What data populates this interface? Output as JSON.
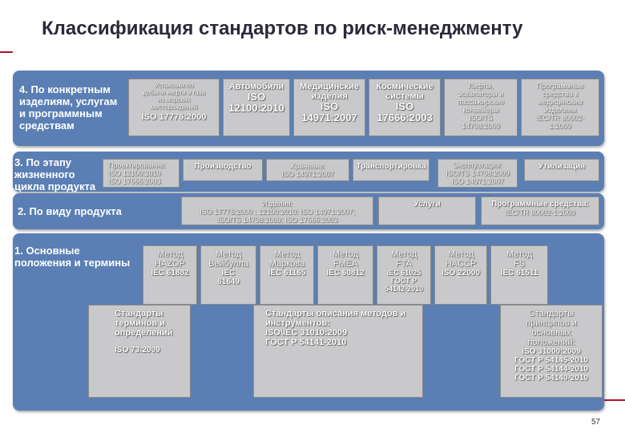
{
  "title": "Классификация стандартов по риск-менеджменту",
  "page_number": "57",
  "colors": {
    "band": "#5b7fb4",
    "box": "#c9c9cb",
    "accent": "#b8102a"
  },
  "row4": {
    "label": "4. По конкретным\nизделиям, услугам\nи программным\nсредствам",
    "boxes": [
      {
        "name": "Установки по\nдобыче нефти и газа\nиз морских\nместорождений",
        "code": "ISO 17776:2000"
      },
      {
        "name": "Автомобили",
        "code": "ISO\n12100:2010"
      },
      {
        "name": "Медицинские\nизделия",
        "code": "ISO\n14971:2007"
      },
      {
        "name": "Космические\nсистемы",
        "code": "ISO\n17666:2003"
      },
      {
        "name": "Лифты,\nэскалаторы и\nпассажирские\nконвейеры",
        "code": "ISO/TS\n14798:2009"
      },
      {
        "name": "Программные\nсредства к\nмедицинским\nизделиям",
        "code": "IEC/TR 80002-\n1:2009"
      }
    ]
  },
  "row3": {
    "label": "3. По этапу\nжизненного\nцикла продукта",
    "boxes": [
      {
        "name": "Проектирование:",
        "code": "ISO 12100:2010\nISO 17666:2003"
      },
      {
        "name": "Производство",
        "code": ""
      },
      {
        "name": "Хранение:",
        "code": "ISO 14971:2007"
      },
      {
        "name": "Транспортировка",
        "code": ""
      },
      {
        "name": "Эксплуатация:",
        "code": "ISO/TS 14798:2009\nISO 14971:2007"
      },
      {
        "name": "Утилизация",
        "code": ""
      }
    ]
  },
  "row2": {
    "label": "2. По виду продукта",
    "boxes": [
      {
        "name": "Изделия:",
        "code": "ISO 17776:2000 ; 12100:2010; ISO 14971:2007;\nISO/TS 14798:2009; ISO 17666:2003"
      },
      {
        "name": "Услуги",
        "code": ""
      },
      {
        "name": "Программные средства:",
        "code": "IEC/TR 80002-1:2009"
      }
    ]
  },
  "row1": {
    "label": "1. Основные\nположения и термины",
    "methods": [
      {
        "name": "Метод\nHAZOP",
        "code": "IEC 61882"
      },
      {
        "name": "Метод\nВейбулла",
        "code": "IEC\n61649"
      },
      {
        "name": "Метод\nМаркова",
        "code": "IEC 61165"
      },
      {
        "name": "Метод\nFMEA",
        "code": "IEC 60812"
      },
      {
        "name": "Метод\nFTA",
        "code": "IEC 61025\nГОСТ Р\n54142-2010"
      },
      {
        "name": "Метод\nHACCP",
        "code": "ISO 22000"
      },
      {
        "name": "Метод\nFS",
        "code": "IEC 61511"
      }
    ],
    "standards": [
      {
        "name": "Стандарты\nтерминов и\nопределений",
        "code": "ISO 73:2009"
      },
      {
        "name": "Стандарты описания  методов и\nинструментов:",
        "code": "ISO\\IEC 31010:2009\nГОСТ Р  54141-2010"
      },
      {
        "name": "Стандарты\nпринципов и\nосновных\nположений:",
        "code": "ISO 31000:2009\nГОСТ Р 54145-2010\nГОСТ Р 54144-2010\nГОСТ Р 54140-2010"
      }
    ]
  }
}
